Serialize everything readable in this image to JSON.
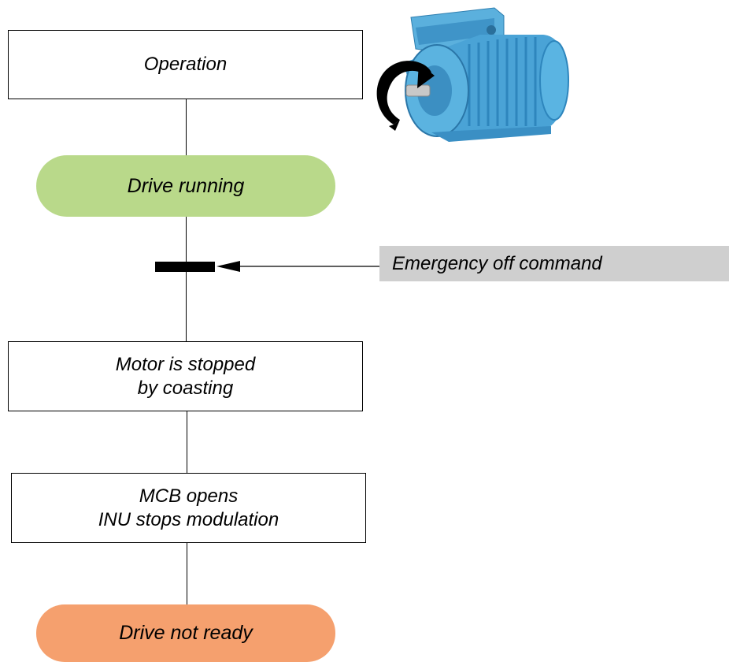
{
  "diagram": {
    "operation_label": "Operation",
    "drive_running_label": "Drive running",
    "emergency_label": "Emergency off command",
    "coasting_lines": [
      "Motor is stopped",
      "by coasting"
    ],
    "mcb_lines": [
      "MCB opens",
      "INU stops modulation"
    ],
    "not_ready_label": "Drive not ready"
  },
  "colors": {
    "running_fill": "#b9d98a",
    "not_ready_fill": "#f5a06e",
    "signal_fill": "#cfcfcf",
    "motor_body": "#4aa3d6"
  },
  "icons": {
    "motor": "electric-motor-icon",
    "rotation": "rotation-arrow-icon"
  }
}
